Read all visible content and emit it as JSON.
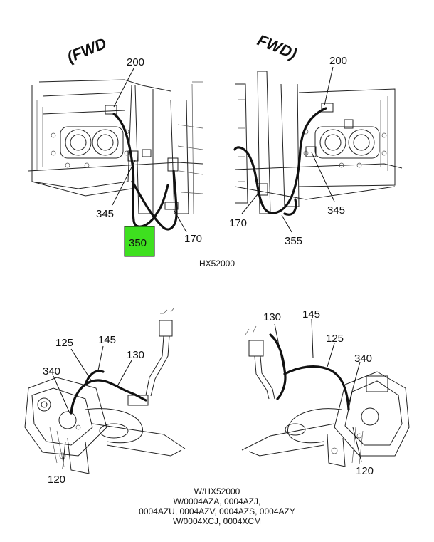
{
  "colors": {
    "highlight": "#3ee01f",
    "line": "#222222",
    "background": "#ffffff"
  },
  "top_left_view": {
    "direction_label": "(FWD",
    "callouts": [
      "200",
      "345",
      "350",
      "170"
    ],
    "highlighted_callout": "350"
  },
  "top_right_view": {
    "direction_label": "FWD)",
    "callouts": [
      "200",
      "170",
      "355",
      "345"
    ]
  },
  "top_caption": "HX52000",
  "bottom_left_view": {
    "callouts": [
      "125",
      "145",
      "130",
      "340",
      "120"
    ]
  },
  "bottom_right_view": {
    "callouts": [
      "130",
      "145",
      "125",
      "340",
      "120"
    ]
  },
  "bottom_caption": {
    "lines": [
      "W/HX52000",
      "W/0004AZA, 0004AZJ,",
      "0004AZU, 0004AZV, 0004AZS, 0004AZY",
      "W/0004XCJ, 0004XCM"
    ]
  }
}
